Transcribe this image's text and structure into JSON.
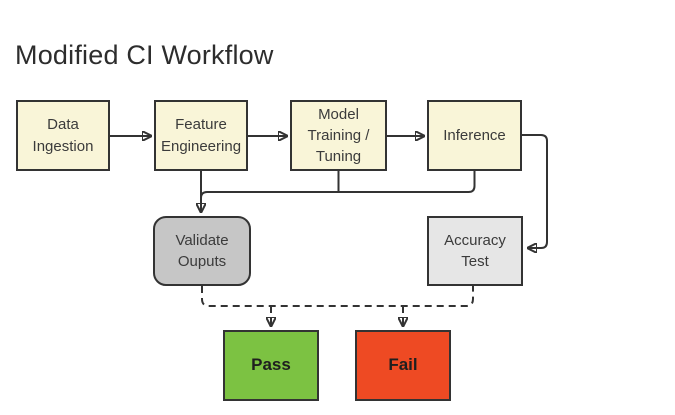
{
  "title": "Modified CI Workflow",
  "nodes": {
    "data_ingestion": {
      "label": "Data Ingestion",
      "shape": "rect",
      "fill": "#f9f5d8"
    },
    "feature_engineering": {
      "label": "Feature Engineering",
      "shape": "rect",
      "fill": "#f9f5d8"
    },
    "model_training": {
      "label": "Model Training / Tuning",
      "shape": "rect",
      "fill": "#f9f5d8"
    },
    "inference": {
      "label": "Inference",
      "shape": "rect",
      "fill": "#f9f5d8"
    },
    "validate_outputs": {
      "label": "Validate Ouputs",
      "shape": "rounded",
      "fill": "#c6c6c6"
    },
    "accuracy_test": {
      "label": "Accuracy Test",
      "shape": "rect",
      "fill": "#e6e6e6"
    },
    "pass": {
      "label": "Pass",
      "shape": "rect",
      "fill": "#7cc242"
    },
    "fail": {
      "label": "Fail",
      "shape": "rect",
      "fill": "#ee4a23"
    }
  },
  "edges": [
    {
      "from": "Data Ingestion",
      "to": "Feature Engineering",
      "style": "solid"
    },
    {
      "from": "Feature Engineering",
      "to": "Model Training / Tuning",
      "style": "solid"
    },
    {
      "from": "Model Training / Tuning",
      "to": "Inference",
      "style": "solid"
    },
    {
      "from": "Feature Engineering",
      "to": "Validate Ouputs",
      "style": "solid"
    },
    {
      "from": "Model Training / Tuning",
      "to": "Validate Ouputs",
      "style": "solid"
    },
    {
      "from": "Inference",
      "to": "Validate Ouputs",
      "style": "solid"
    },
    {
      "from": "Inference",
      "to": "Accuracy Test",
      "style": "solid"
    },
    {
      "from": "Validate Ouputs",
      "to": "Pass",
      "style": "dashed"
    },
    {
      "from": "Validate Ouputs",
      "to": "Fail",
      "style": "dashed"
    },
    {
      "from": "Accuracy Test",
      "to": "Pass",
      "style": "dashed"
    },
    {
      "from": "Accuracy Test",
      "to": "Fail",
      "style": "dashed"
    }
  ],
  "colors": {
    "background": "#ffffff",
    "stroke": "#333333",
    "stage_fill": "#f9f5d8",
    "validate_fill": "#c6c6c6",
    "accuracy_fill": "#e6e6e6",
    "pass_fill": "#7cc242",
    "fail_fill": "#ee4a23",
    "title_text": "#2d2d2d",
    "node_text": "#3b3b3b"
  }
}
